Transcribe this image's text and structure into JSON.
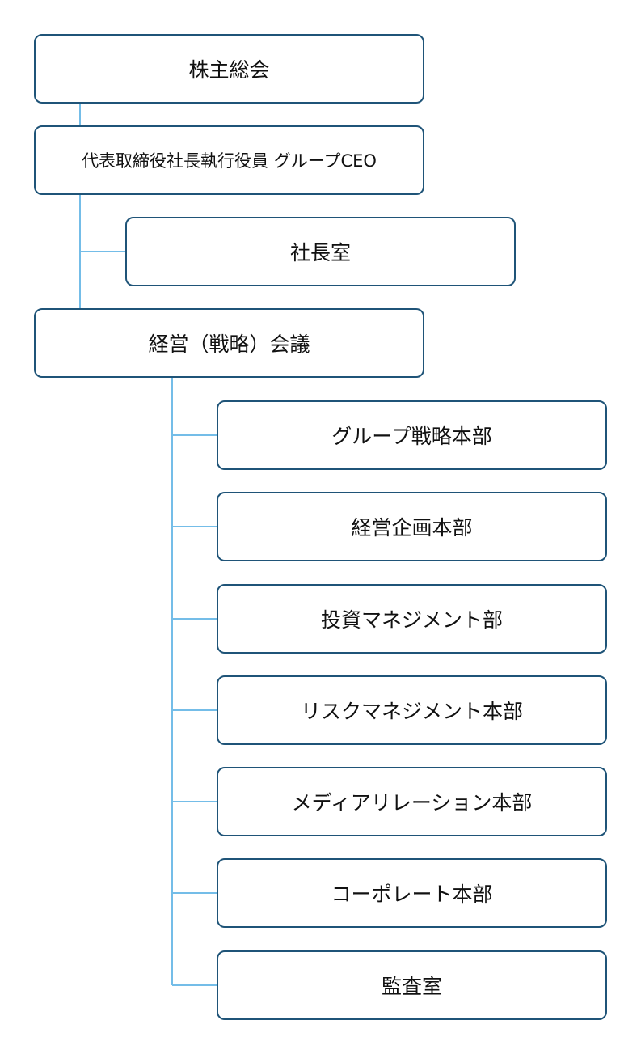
{
  "org_chart": {
    "top": {
      "shareholders_meeting": "株主総会",
      "ceo": "代表取締役社長執行役員 グループCEO",
      "president_office": "社長室",
      "management_council": "経営（戦略）会議"
    },
    "divisions": [
      "グループ戦略本部",
      "経営企画本部",
      "投資マネジメント部",
      "リスクマネジメント本部",
      "メディアリレーション本部",
      "コーポレート本部",
      "監査室"
    ],
    "colors": {
      "box_border": "#1f5478",
      "connector": "#74bde8",
      "text": "#111111"
    }
  }
}
